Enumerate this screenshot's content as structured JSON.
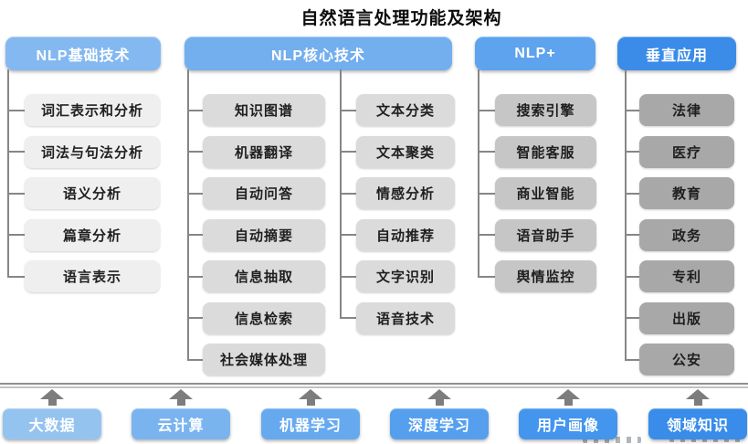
{
  "title": "自然语言处理功能及架构",
  "connector_color": "#868686",
  "arrow_color": "#7d7d7d",
  "columns": [
    {
      "header": "NLP基础技术",
      "header_color": "#84b8f0",
      "item_color": "#efefef",
      "groups": [
        [
          "词汇表示和分析",
          "词法与句法分析",
          "语义分析",
          "篇章分析",
          "语言表示"
        ]
      ]
    },
    {
      "header": "NLP核心技术",
      "header_color": "#73aeee",
      "item_color": "#dbdbdb",
      "groups": [
        [
          "知识图谱",
          "机器翻译",
          "自动问答",
          "自动摘要",
          "信息抽取",
          "信息检索",
          "社会媒体处理"
        ],
        [
          "文本分类",
          "文本聚类",
          "情感分析",
          "自动推荐",
          "文字识别",
          "语音技术"
        ]
      ]
    },
    {
      "header": "NLP+",
      "header_color": "#5da3ee",
      "item_color": "#c6c6c6",
      "groups": [
        [
          "搜索引擎",
          "智能客服",
          "商业智能",
          "语音助手",
          "舆情监控"
        ]
      ]
    },
    {
      "header": "垂直应用",
      "header_color": "#3a8ce8",
      "item_color": "#a8a8a8",
      "groups": [
        [
          "法律",
          "医疗",
          "教育",
          "政务",
          "专利",
          "出版",
          "公安"
        ]
      ]
    }
  ],
  "foundation": [
    {
      "label": "大数据",
      "color": "#95c3f0"
    },
    {
      "label": "云计算",
      "color": "#7ab4ef"
    },
    {
      "label": "机器学习",
      "color": "#67a9ef"
    },
    {
      "label": "深度学习",
      "color": "#569fee"
    },
    {
      "label": "用户画像",
      "color": "#4495ee"
    },
    {
      "label": "领域知识",
      "color": "#398ce9"
    }
  ]
}
